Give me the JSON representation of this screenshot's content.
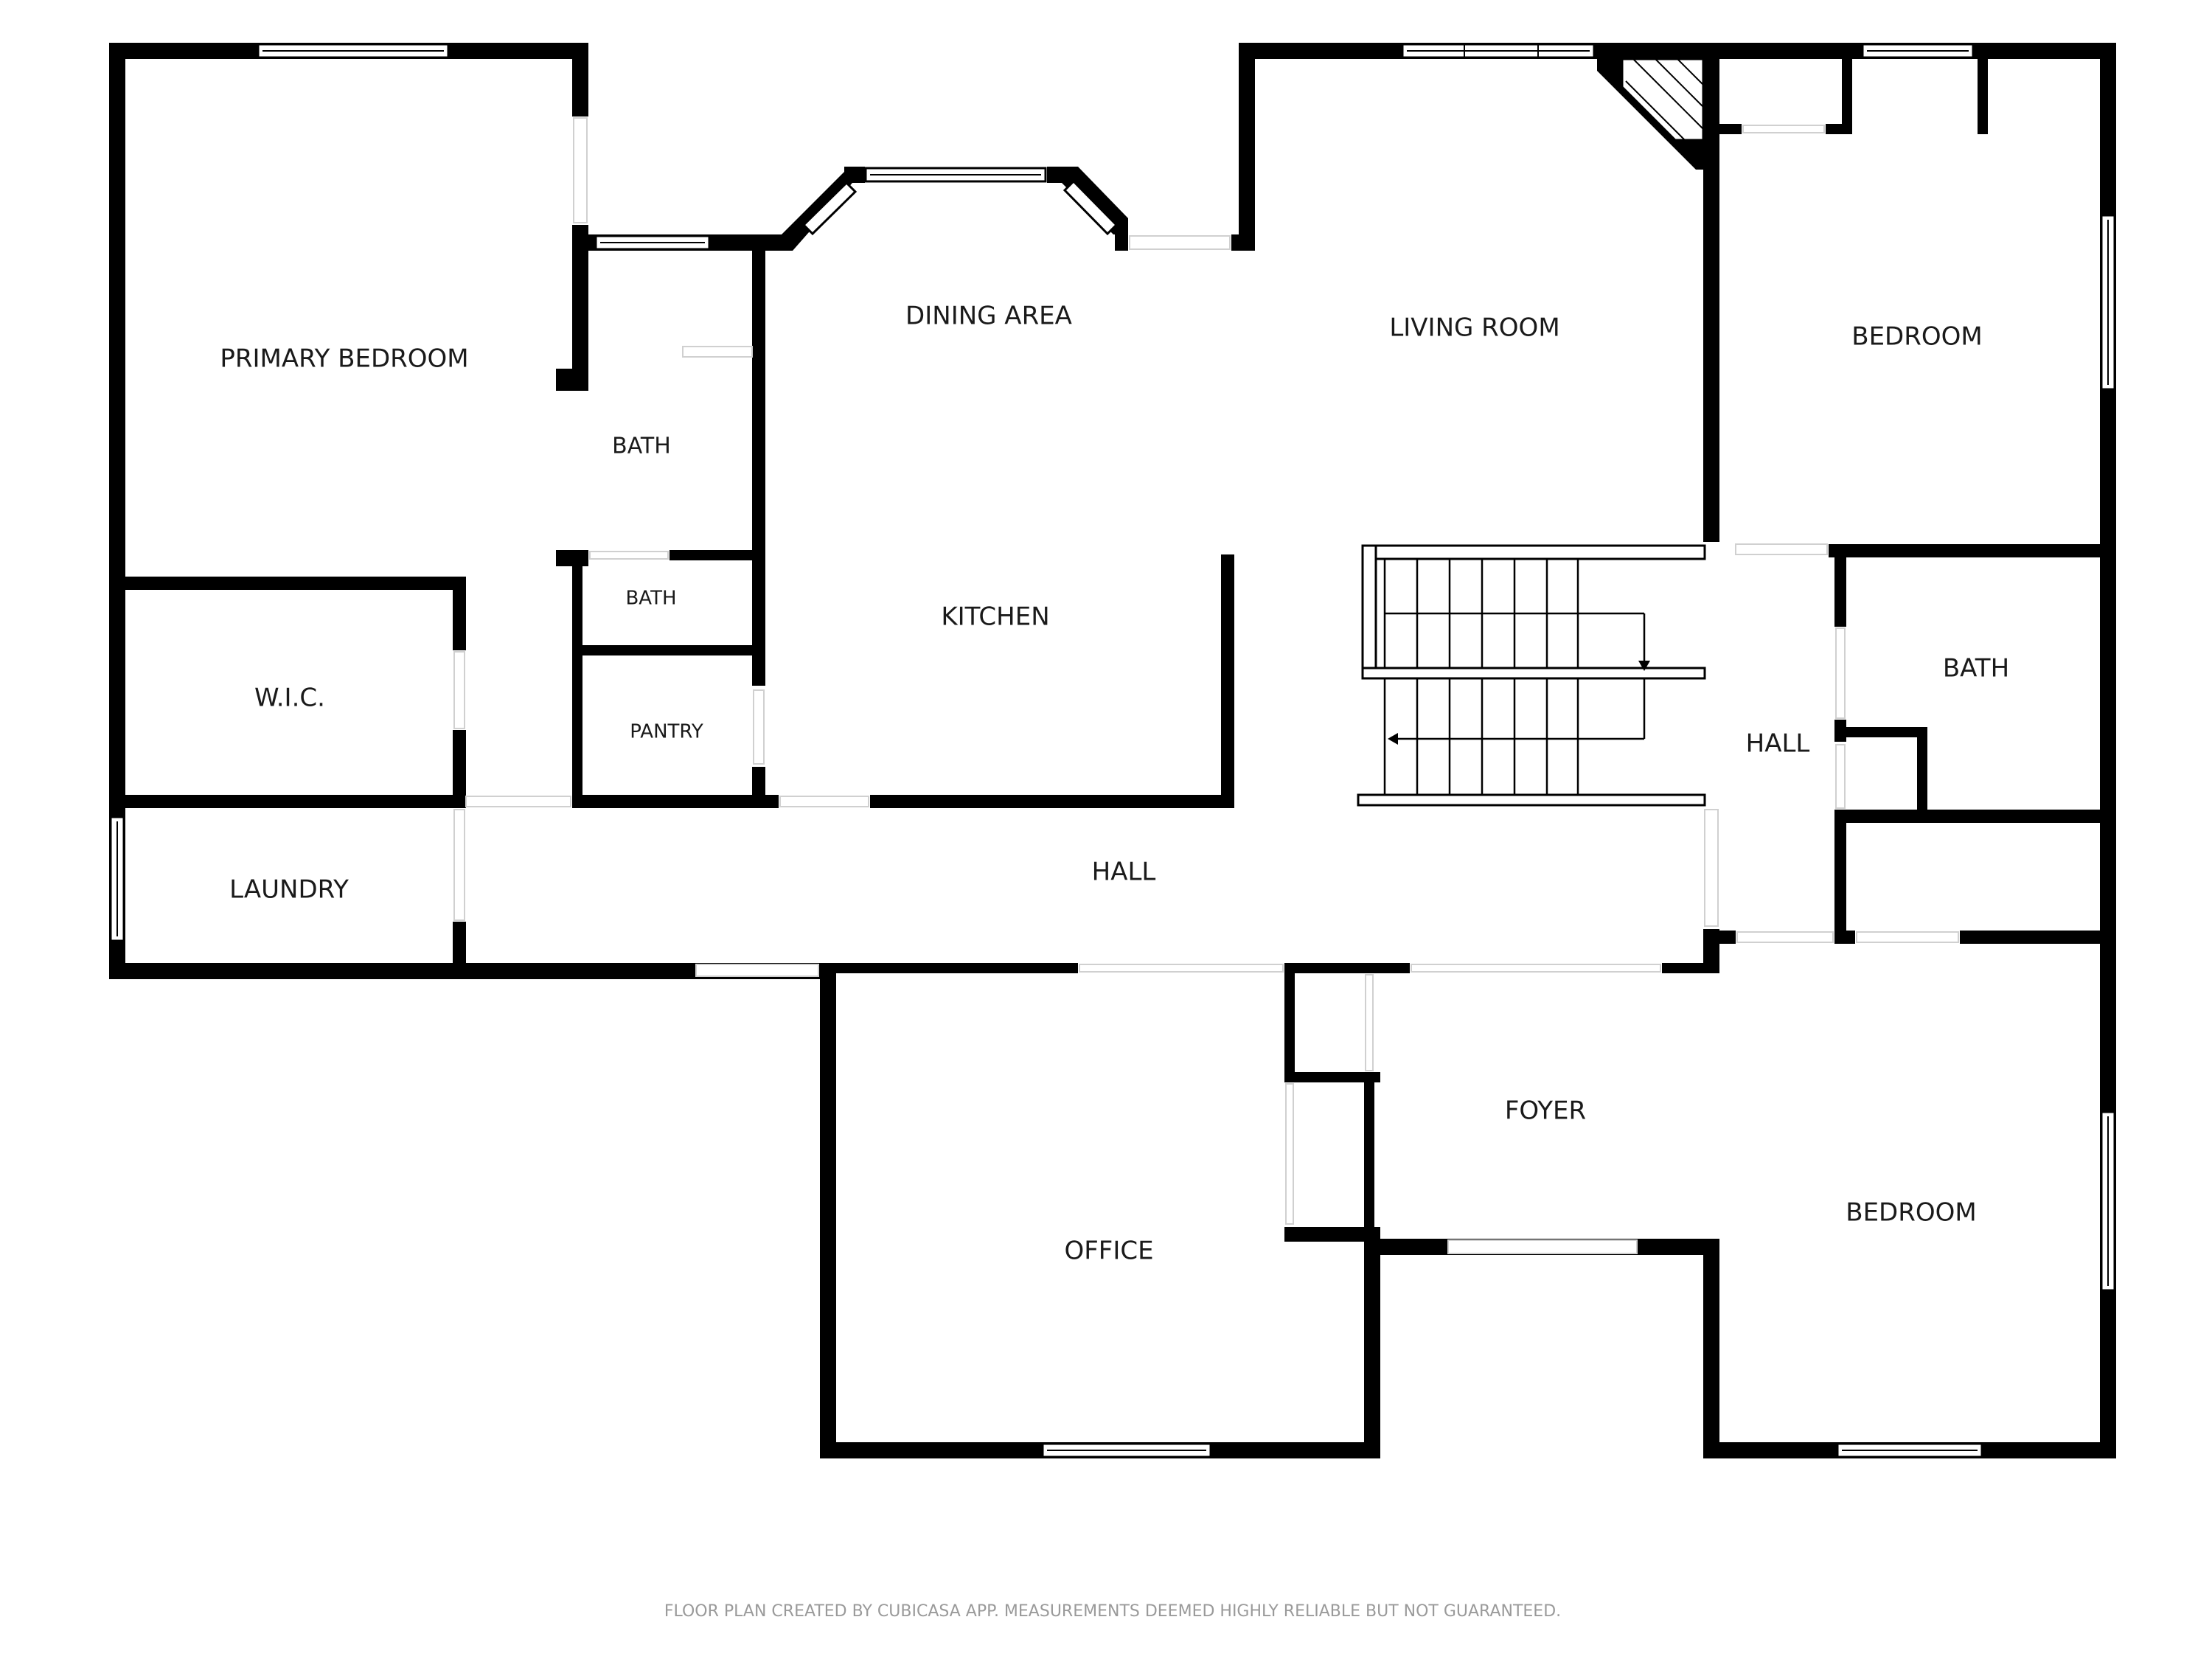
{
  "rooms": {
    "primary_bedroom": "PRIMARY BEDROOM",
    "bath_primary": "BATH",
    "bath_half": "BATH",
    "wic": "W.I.C.",
    "pantry": "PANTRY",
    "laundry": "LAUNDRY",
    "dining_area": "DINING AREA",
    "kitchen": "KITCHEN",
    "living_room": "LIVING ROOM",
    "hall_main": "HALL",
    "hall_right": "HALL",
    "bedroom_top": "BEDROOM",
    "bath_right": "BATH",
    "bedroom_bottom": "BEDROOM",
    "office": "OFFICE",
    "foyer": "FOYER"
  },
  "footer": {
    "disclaimer": "FLOOR PLAN CREATED BY CUBICASA APP. MEASUREMENTS DEEMED HIGHLY RELIABLE BUT NOT GUARANTEED."
  }
}
